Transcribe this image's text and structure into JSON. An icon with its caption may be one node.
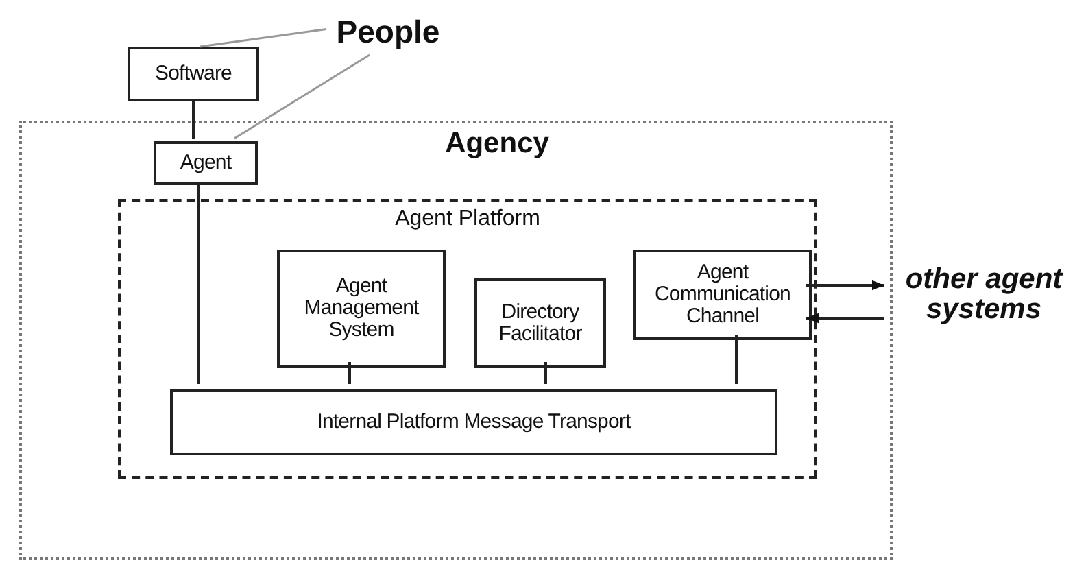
{
  "diagram": {
    "nodes": [
      {
        "text": [
          "Agency"
        ]
      },
      {
        "text": [
          "Agent Platform"
        ],
        "in": 0
      },
      {
        "text": [
          "Agent Management System"
        ],
        "in": 1
      },
      {
        "text": [
          "Directory Facilitator"
        ],
        "in": 1
      },
      {
        "text": [
          "Agent Communication Channel"
        ],
        "in": 1
      },
      {
        "text": [
          "Internal Platform Message Transport"
        ],
        "in": 1
      },
      {
        "text": [
          "Software"
        ]
      },
      {
        "text": [
          "Agent"
        ],
        "in": 0
      },
      {
        "text": [
          "People"
        ]
      },
      {
        "text": [
          "other agent systems"
        ]
      }
    ],
    "edges": [
      {
        "from": 8,
        "to": 6,
        "arrow": "none",
        "color": "#999999"
      },
      {
        "from": 8,
        "to": 7,
        "arrow": "none",
        "color": "#999999"
      },
      {
        "from": 6,
        "to": 7,
        "arrow": "none"
      },
      {
        "from": 7,
        "to": 5,
        "arrow": "none"
      },
      {
        "from": 2,
        "to": 5,
        "arrow": "none"
      },
      {
        "from": 3,
        "to": 5,
        "arrow": "none"
      },
      {
        "from": 4,
        "to": 5,
        "arrow": "none"
      },
      {
        "from": 4,
        "to": 9,
        "arrow": "to"
      },
      {
        "from": 9,
        "to": 4,
        "arrow": "to"
      }
    ]
  }
}
